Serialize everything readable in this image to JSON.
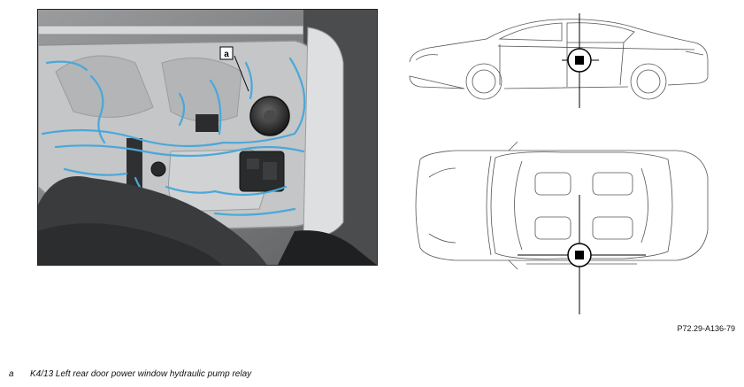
{
  "photo": {
    "callout_letter": "a",
    "colors": {
      "harness": "#4aa8d8",
      "door_panel": "#b9bcbe",
      "background": "#7d7f82"
    }
  },
  "figure_id": "P72.29-A136-79",
  "legend": [
    {
      "key": "a",
      "text": "K4/13 Left rear door power window hydraulic pump relay"
    }
  ]
}
